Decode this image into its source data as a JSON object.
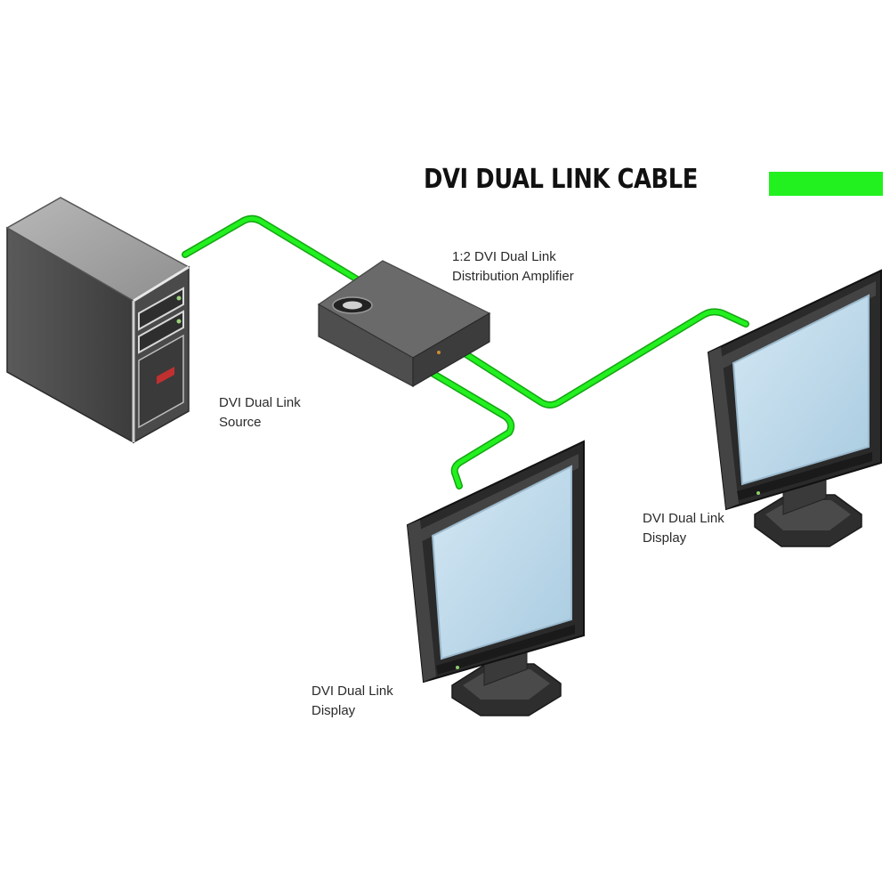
{
  "legend": {
    "title": "DVI DUAL LINK CABLE",
    "swatch_color": "#22f01f"
  },
  "colors": {
    "cable": "#22f01f",
    "cable_edge": "#14a512",
    "screen": "#bcd9ea",
    "device_dark": "#3a3a3a"
  },
  "nodes": {
    "source": {
      "icon": "pc-tower-icon",
      "line1": "DVI Dual Link",
      "line2": "Source"
    },
    "amplifier": {
      "icon": "distribution-amplifier-icon",
      "line1": "1:2 DVI Dual Link",
      "line2": "Distribution Amplifier"
    },
    "display_right": {
      "icon": "monitor-icon",
      "line1": "DVI Dual Link",
      "line2": "Display"
    },
    "display_bottom": {
      "icon": "monitor-icon",
      "line1": "DVI Dual Link",
      "line2": "Display"
    }
  }
}
